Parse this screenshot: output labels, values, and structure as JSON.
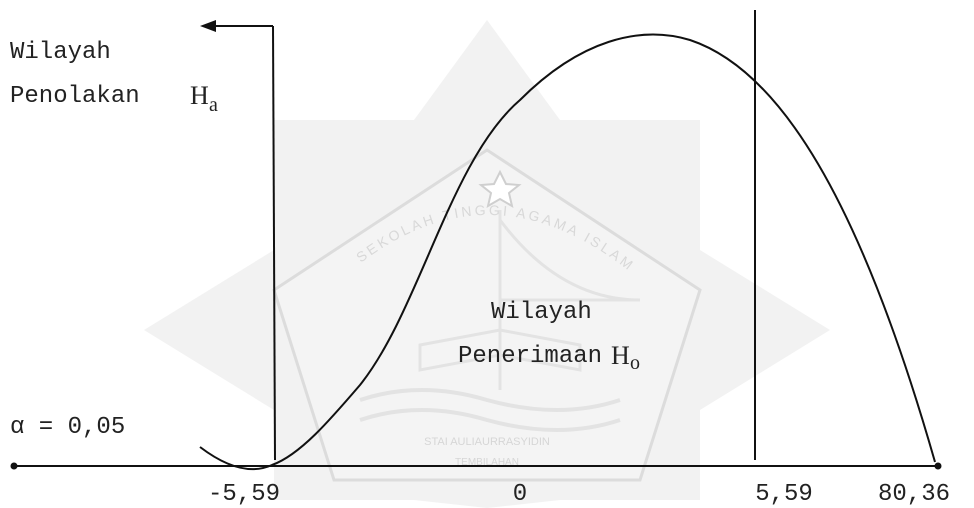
{
  "colors": {
    "ink": "#111111",
    "watermark": "#e6e6e6"
  },
  "rejection_region": {
    "line1": "Wilayah",
    "line2": "Penolakan",
    "symbol": "H",
    "subscript": "a"
  },
  "acceptance_region": {
    "line1": "Wilayah",
    "line2": "Penerimaan",
    "symbol": "H",
    "subscript": "o"
  },
  "alpha_label": "α = 0,05",
  "ticks": [
    "-5,59",
    "0",
    "5,59",
    "80,36"
  ],
  "watermark": {
    "logo": "seal",
    "text": "SEKOLAH TINGGI AGAMA ISLAM",
    "banner": "STAI AULIAURRASYIDIN",
    "footer": "TEMBILAHAN"
  }
}
